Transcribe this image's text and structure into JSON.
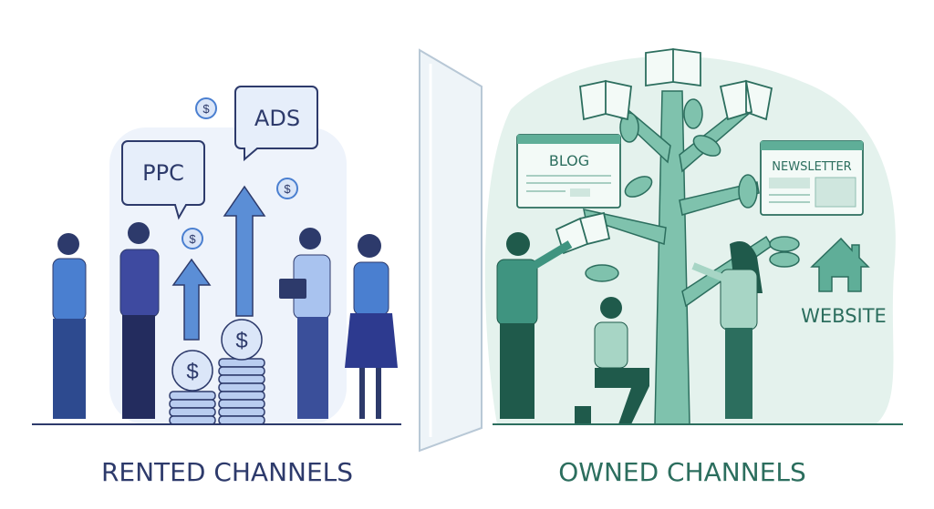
{
  "left": {
    "caption": "RENTED CHANNELS",
    "bubbles": {
      "ppc": "PPC",
      "ads": "ADS"
    },
    "coin_symbol": "$"
  },
  "right": {
    "caption": "OWNED CHANNELS",
    "blog": "BLOG",
    "newsletter": "NEWSLETTER",
    "website": "WEBSITE"
  },
  "colors": {
    "rented": "#2d3a6b",
    "rented_accent": "#4a7fd0",
    "owned": "#2c6e5e",
    "owned_accent": "#5fae98",
    "owned_bg": "#e4f2ed"
  }
}
